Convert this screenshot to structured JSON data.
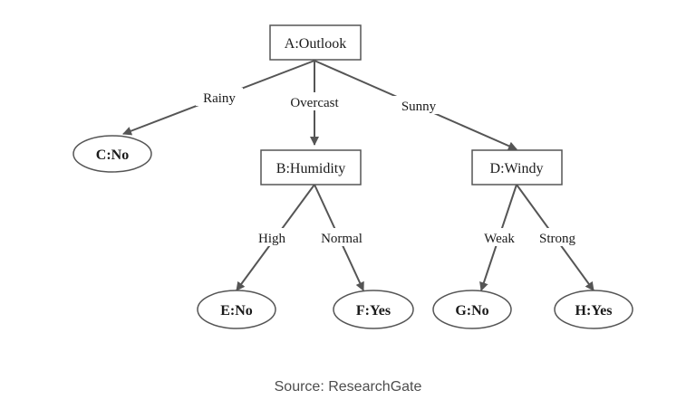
{
  "colors": {
    "line": "#555555",
    "box_border": "#555555",
    "text": "#1a1a1a",
    "caption": "#4d4d4d"
  },
  "nodes": {
    "A": "A:Outlook",
    "B": "B:Humidity",
    "C": "C:No",
    "D": "D:Windy",
    "E": "E:No",
    "F": "F:Yes",
    "G": "G:No",
    "H": "H:Yes"
  },
  "edges": {
    "rainy": "Rainy",
    "overcast": "Overcast",
    "sunny": "Sunny",
    "high": "High",
    "normal": "Normal",
    "weak": "Weak",
    "strong": "Strong"
  },
  "caption": "Source: ResearchGate"
}
